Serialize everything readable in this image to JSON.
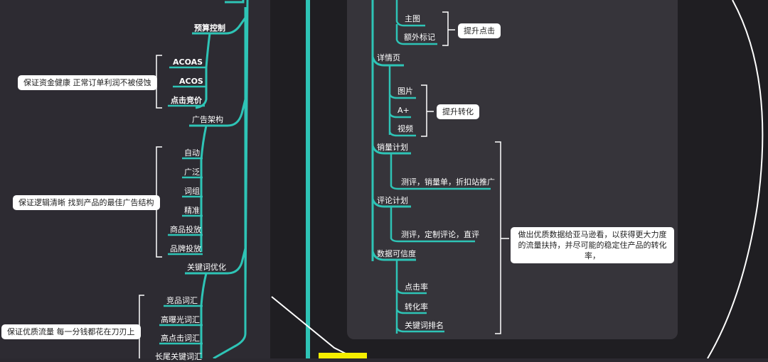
{
  "colors": {
    "branch": "#2ec4b6",
    "background": "#2b2930",
    "card": "#36343a",
    "label_box": "#ffffff",
    "highlight": "#f5ee00"
  },
  "left": {
    "budget_control": "预算控制",
    "budget_items": [
      "ACOAS",
      "ACOS",
      "点击竞价"
    ],
    "budget_note": "保证资金健康 正常订单利润不被侵蚀",
    "ad_structure": "广告架构",
    "ad_items": [
      "自动",
      "广泛",
      "词组",
      "精准",
      "商品投放",
      "品牌投放"
    ],
    "ad_note": "保证逻辑清晰 找到产品的最佳广告结构",
    "keyword_opt": "关键词优化",
    "keyword_items": [
      "竞品词汇",
      "高曝光词汇",
      "高点击词汇",
      "长尾关键词汇"
    ],
    "keyword_note": "保证优质流量 每一分钱都花在刀刃上"
  },
  "right": {
    "main_image": "主图",
    "extra_tag": "额外标记",
    "click_note": "提升点击",
    "detail_page": "详情页",
    "detail_items": [
      "图片",
      "A+",
      "视频"
    ],
    "conversion_note": "提升转化",
    "sales_plan": "销量计划",
    "sales_detail": "测评，销量单，折扣站推广",
    "review_plan": "评论计划",
    "review_detail": "测评，定制评论，直评",
    "credibility": "数据可信度",
    "credibility_items": [
      "点击率",
      "转化率",
      "关键词排名"
    ],
    "summary_note": "做出优质数据给亚马逊看，以获得更大力度的流量扶持，并尽可能的稳定住产品的转化率，"
  }
}
